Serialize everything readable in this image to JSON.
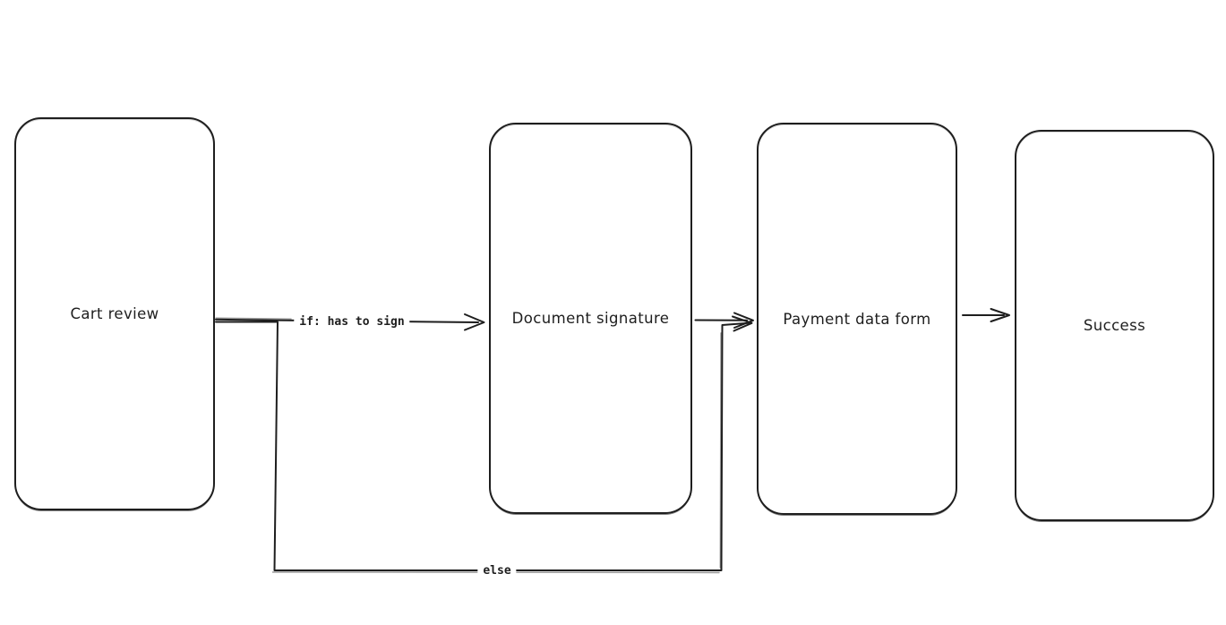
{
  "canvas": {
    "background_color": "#ffffff",
    "stroke_color": "#1e1e1e",
    "style": "hand-drawn-flowchart"
  },
  "diagram": {
    "nodes": [
      {
        "id": "cart-review",
        "label": "Cart review"
      },
      {
        "id": "document-signature",
        "label": "Document signature"
      },
      {
        "id": "payment-data-form",
        "label": "Payment data form"
      },
      {
        "id": "success",
        "label": "Success"
      }
    ],
    "edges": [
      {
        "from": "cart-review",
        "to": "document-signature",
        "label": "if: has to sign",
        "route": "straight"
      },
      {
        "from": "cart-review",
        "to": "payment-data-form",
        "label": "else",
        "route": "down-across-up"
      },
      {
        "from": "document-signature",
        "to": "payment-data-form",
        "label": "",
        "route": "straight"
      },
      {
        "from": "payment-data-form",
        "to": "success",
        "label": "",
        "route": "straight"
      }
    ]
  }
}
